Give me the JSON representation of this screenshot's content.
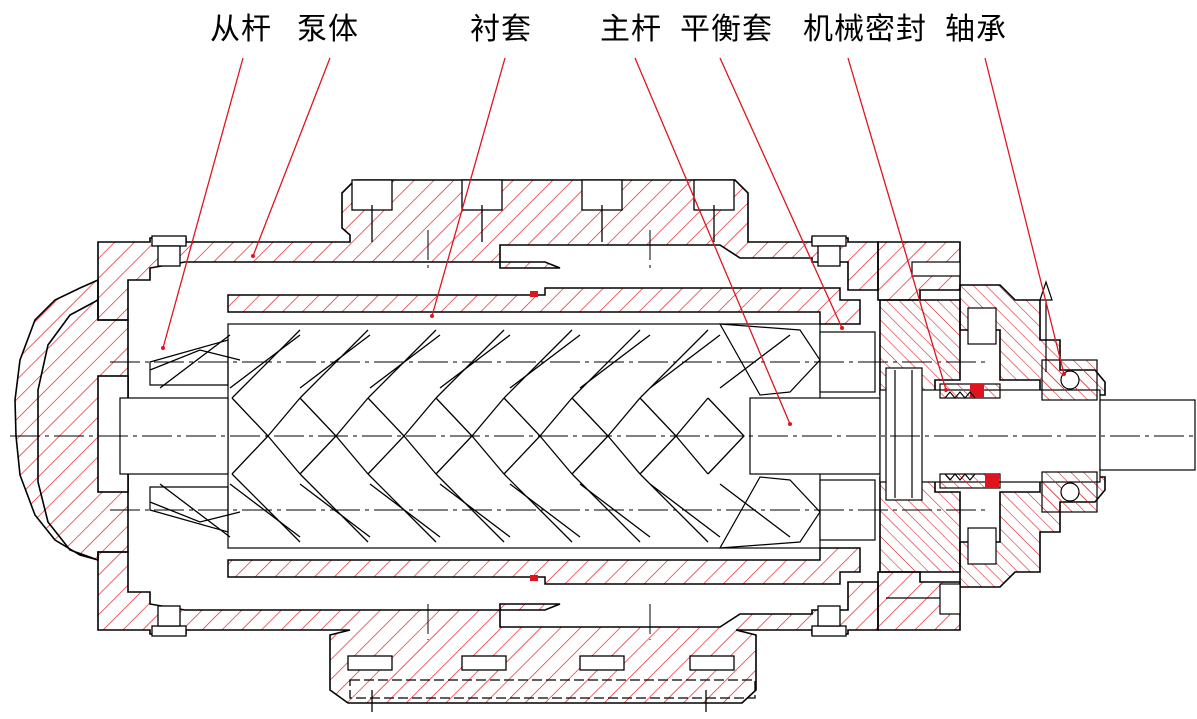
{
  "labels": {
    "driven_screw": "从杆",
    "pump_body": "泵体",
    "liner": "衬套",
    "drive_screw": "主杆",
    "balance_sleeve": "平衡套",
    "mechanical_seal": "机械密封",
    "bearing": "轴承"
  },
  "colors": {
    "outline": "#000000",
    "hatch": "#e0141e",
    "leader": "#e0141e",
    "centerline": "#000000"
  }
}
